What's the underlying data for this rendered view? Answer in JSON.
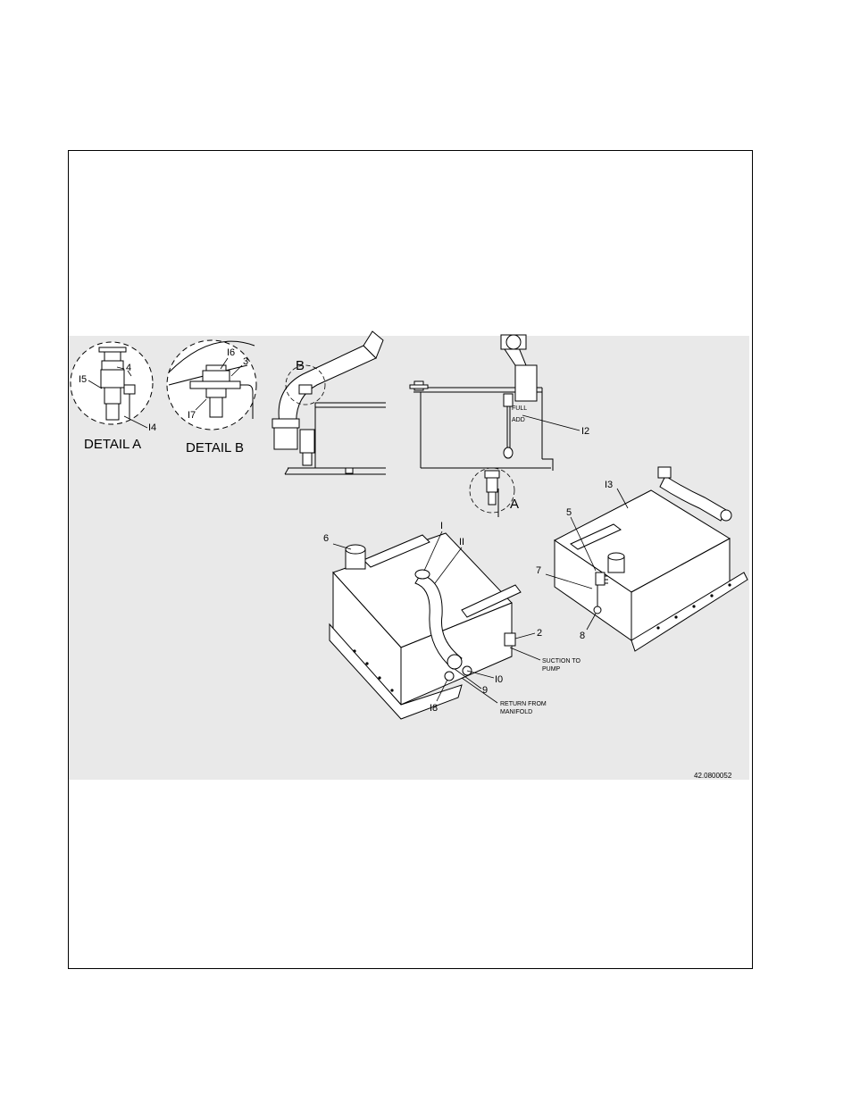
{
  "figure": {
    "drawing_number": "42.0800052",
    "detail_titles": {
      "a": "DETAIL A",
      "b": "DETAIL B"
    },
    "section_markers": {
      "a": "A",
      "b": "B"
    },
    "callouts": {
      "c1": "I",
      "c2": "2",
      "c3": "3",
      "c4": "4",
      "c5": "5",
      "c6": "6",
      "c7": "7",
      "c8": "8",
      "c9": "9",
      "c10": "I0",
      "c11": "II",
      "c12": "I2",
      "c13": "I3",
      "c14": "I4",
      "c15": "I5",
      "c16": "I6",
      "c17": "I7",
      "c18": "I8"
    },
    "notes": {
      "suction": [
        "SUCTION TO",
        "PUMP"
      ],
      "return": [
        "RETURN FROM",
        "MANIFOLD"
      ]
    },
    "gauge_marks": {
      "full": "FULL",
      "add": "ADD"
    }
  }
}
